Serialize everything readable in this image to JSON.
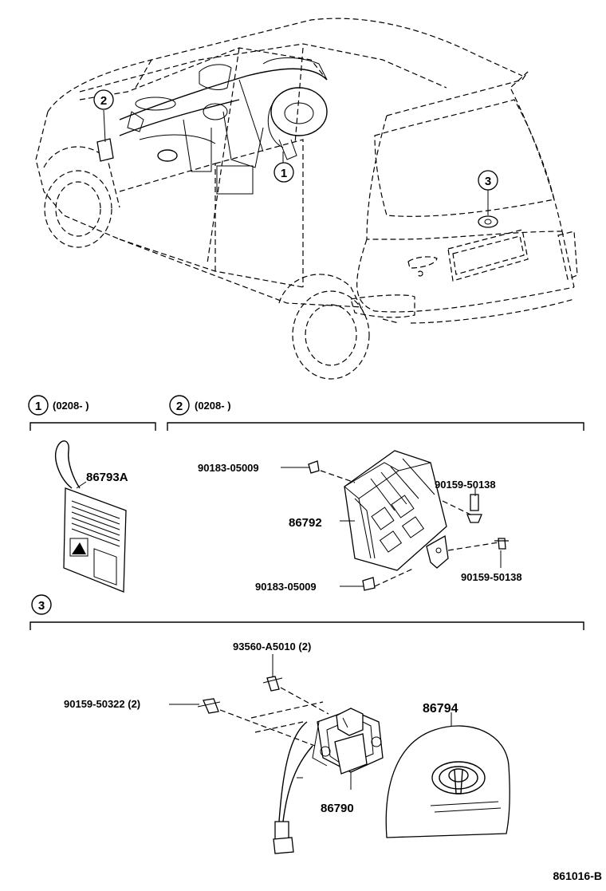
{
  "callouts": {
    "c1": "1",
    "c2": "2",
    "c3": "3"
  },
  "sections": {
    "s1_num": "1",
    "s1_label": "(0208-          )",
    "s2_num": "2",
    "s2_label": "(0208-          )",
    "s3_num": "3"
  },
  "parts": {
    "p86793A": "86793A",
    "p90183_a": "90183-05009",
    "p90159_a": "90159-50138",
    "p86792": "86792",
    "p90183_b": "90183-05009",
    "p90159_b": "90159-50138",
    "p93560": "93560-A5010 (2)",
    "p90159_c": "90159-50322 (2)",
    "p86794": "86794",
    "p86790": "86790"
  },
  "diagram_id": "861016-B"
}
